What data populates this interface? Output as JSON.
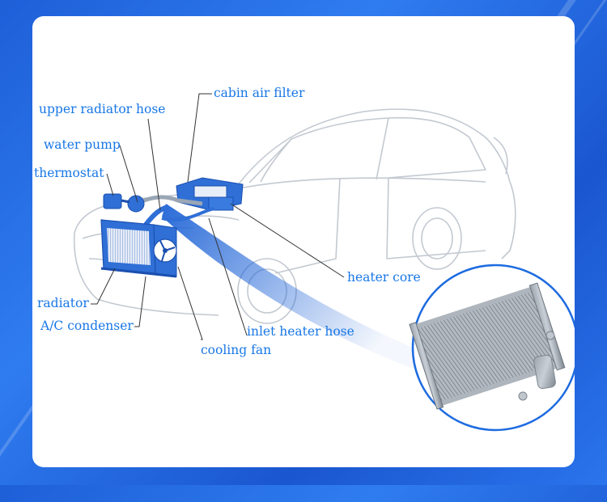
{
  "labels": {
    "cabin_air_filter": "cabin air filter",
    "upper_radiator_hose": "upper radiator hose",
    "water_pump": "water pump",
    "thermostat": "thermostat",
    "heater_core": "heater core",
    "radiator": "radiator",
    "ac_condenser": "A/C condenser",
    "inlet_heater_hose": "inlet heater hose",
    "cooling_fan": "cooling fan"
  },
  "colors": {
    "label": "#1877e6",
    "part": "#2f6fd6",
    "leader": "#333333",
    "background": "#1e5fd8",
    "card": "#ffffff"
  }
}
